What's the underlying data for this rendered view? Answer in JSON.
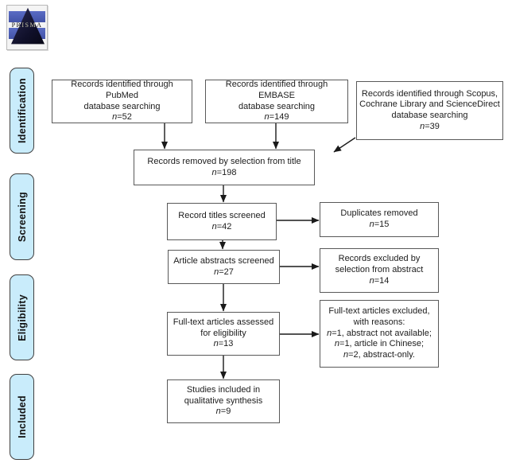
{
  "logo": {
    "text": "PRISMA"
  },
  "stage_labels": [
    {
      "label": "Identification"
    },
    {
      "label": "Screening"
    },
    {
      "label": "Eligibility"
    },
    {
      "label": "Included"
    }
  ],
  "boxes": {
    "pubmed": {
      "line1": "Records identified through PubMed",
      "line2": "database searching",
      "n": "n=52"
    },
    "embase": {
      "line1": "Records identified through EMBASE",
      "line2": "database searching",
      "n": "n=149"
    },
    "scopus": {
      "line1": "Records identified through Scopus,",
      "line2": "Cochrane Library and ScienceDirect",
      "line3": "database searching",
      "n": "n=39"
    },
    "title_removed": {
      "line1": "Records removed by selection from title",
      "n": "n=198"
    },
    "titles_screened": {
      "line1": "Record titles screened",
      "n": "n=42"
    },
    "duplicates_removed": {
      "line1": "Duplicates removed",
      "n": "n=15"
    },
    "abstracts_screened": {
      "line1": "Article abstracts screened",
      "n": "n=27"
    },
    "excluded_abstract": {
      "line1": "Records excluded by",
      "line2": "selection from abstract",
      "n": "n=14"
    },
    "fulltext_assessed": {
      "line1": "Full-text articles assessed",
      "line2": "for eligibility",
      "n": "n=13"
    },
    "excluded_fulltext": {
      "line1": "Full-text articles excluded,",
      "line2": "with reasons:",
      "reason1": "n=1, abstract not available;",
      "reason2": "n=1, article in Chinese;",
      "reason3": "n=2, abstract-only."
    },
    "qualitative_synthesis": {
      "line1": "Studies included in",
      "line2": "qualitative synthesis",
      "n": "n=9"
    }
  },
  "colors": {
    "stage_fill": "#c9ecfb",
    "stage_border": "#3f3f3f",
    "box_border": "#595959",
    "arrow": "#1a1a1a",
    "logo_blue": "#4a5cb0",
    "logo_navy": "#10102a"
  }
}
